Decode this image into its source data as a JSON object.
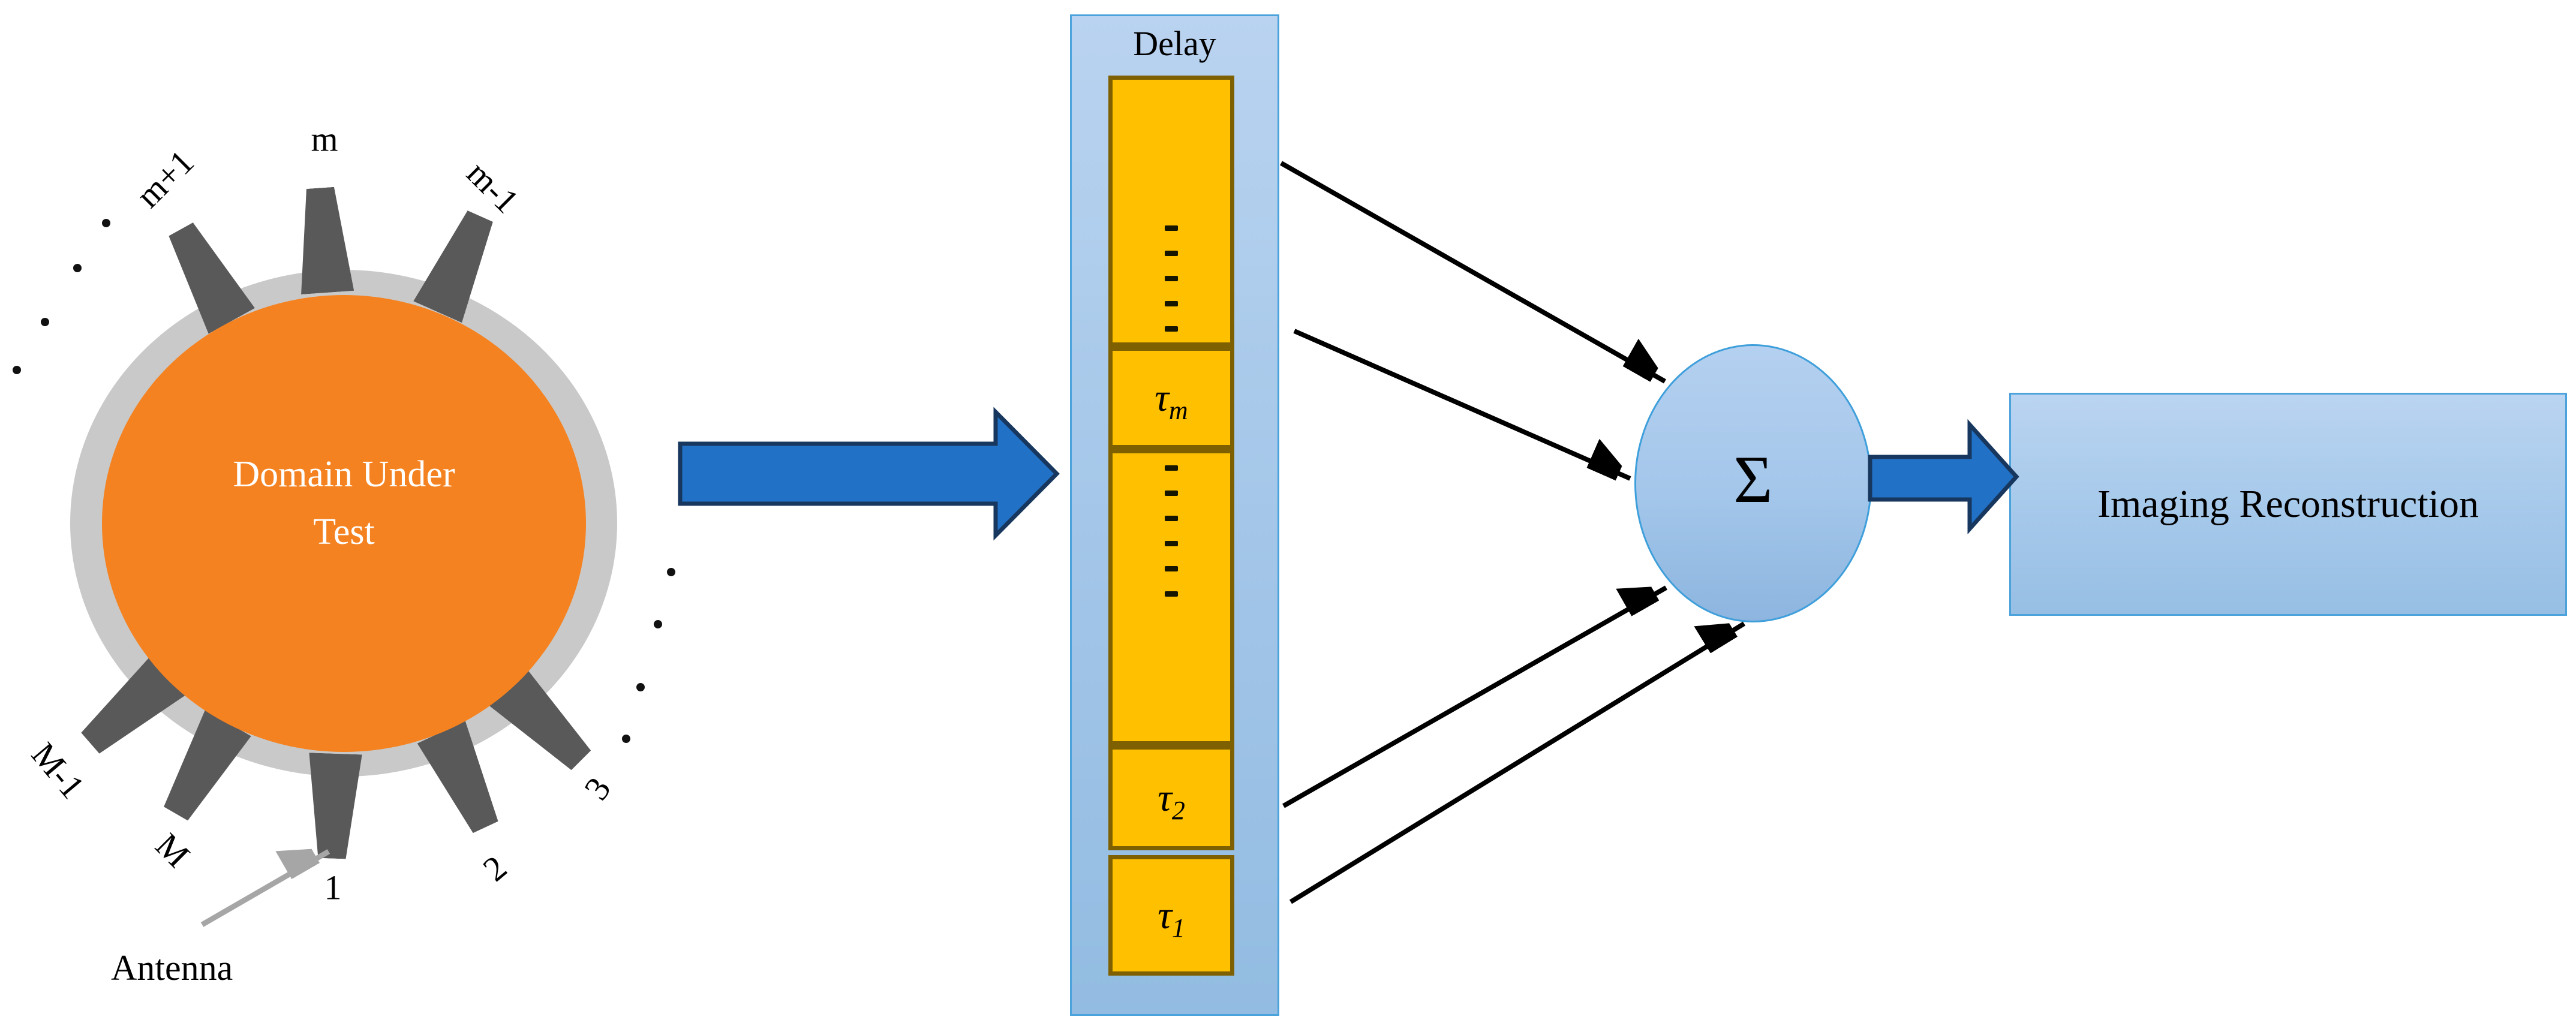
{
  "figure": {
    "domain": {
      "label_line1": "Domain Under",
      "label_line2": "Test",
      "fill": "#F58220",
      "ring_color": "#C9C9C9"
    },
    "antennas": {
      "labels": [
        "m+1",
        "m",
        "m-1",
        "M-1",
        "M",
        "1",
        "2",
        "3"
      ],
      "color": "#595959"
    },
    "antenna_callout": {
      "label": "Antenna",
      "arrow_color": "#A6A6A6"
    },
    "flow_arrow": {
      "fill": "#2171C7",
      "border": "#17375E"
    },
    "connector_color": "#000000",
    "delay": {
      "title": "Delay",
      "box_fill": "#A0C4E7",
      "box_border": "#4BA3DC",
      "cell_fill": "#FFC000",
      "cell_border": "#7F6000",
      "cells": [
        {
          "kind": "dots",
          "count": 5
        },
        {
          "kind": "tau",
          "symbol": "τ",
          "sub": "m"
        },
        {
          "kind": "dots",
          "count": 6
        },
        {
          "kind": "tau",
          "symbol": "τ",
          "sub": "2"
        },
        {
          "kind": "tau",
          "symbol": "τ",
          "sub": "1"
        }
      ]
    },
    "summation": {
      "symbol": "Σ",
      "fill": "#A3C6EA",
      "border": "#3E9FDB"
    },
    "imaging": {
      "label": "Imaging Reconstruction",
      "fill": "#A5C8EA",
      "border": "#4CA2DB"
    }
  }
}
